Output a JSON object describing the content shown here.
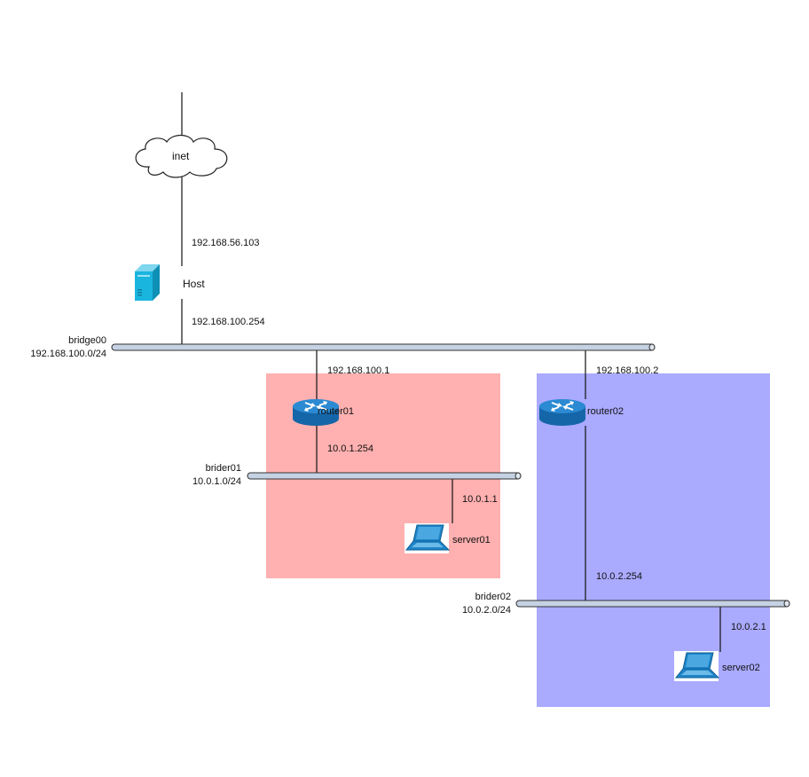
{
  "colors": {
    "zone_router01": "#ffb0b0",
    "zone_router02": "#aaaaff",
    "bridge_fill": "#c5d2e3",
    "router_blue": "#1f7bc4",
    "laptop_blue": "#1f85c8",
    "host_cyan": "#1ab5de"
  },
  "cloud": {
    "label": "inet"
  },
  "host": {
    "label": "Host",
    "ip_upstream": "192.168.56.103",
    "ip_downstream": "192.168.100.254"
  },
  "bridge00": {
    "name": "bridge00",
    "subnet": "192.168.100.0/24"
  },
  "router01": {
    "label": "router01",
    "ip_upstream": "192.168.100.1",
    "ip_downstream": "10.0.1.254"
  },
  "router02": {
    "label": "router02",
    "ip_upstream": "192.168.100.2",
    "ip_downstream": "10.0.2.254"
  },
  "brider01": {
    "name": "brider01",
    "subnet": "10.0.1.0/24"
  },
  "brider02": {
    "name": "brider02",
    "subnet": "10.0.2.0/24"
  },
  "server01": {
    "label": "server01",
    "ip": "10.0.1.1"
  },
  "server02": {
    "label": "server02",
    "ip": "10.0.2.1"
  }
}
